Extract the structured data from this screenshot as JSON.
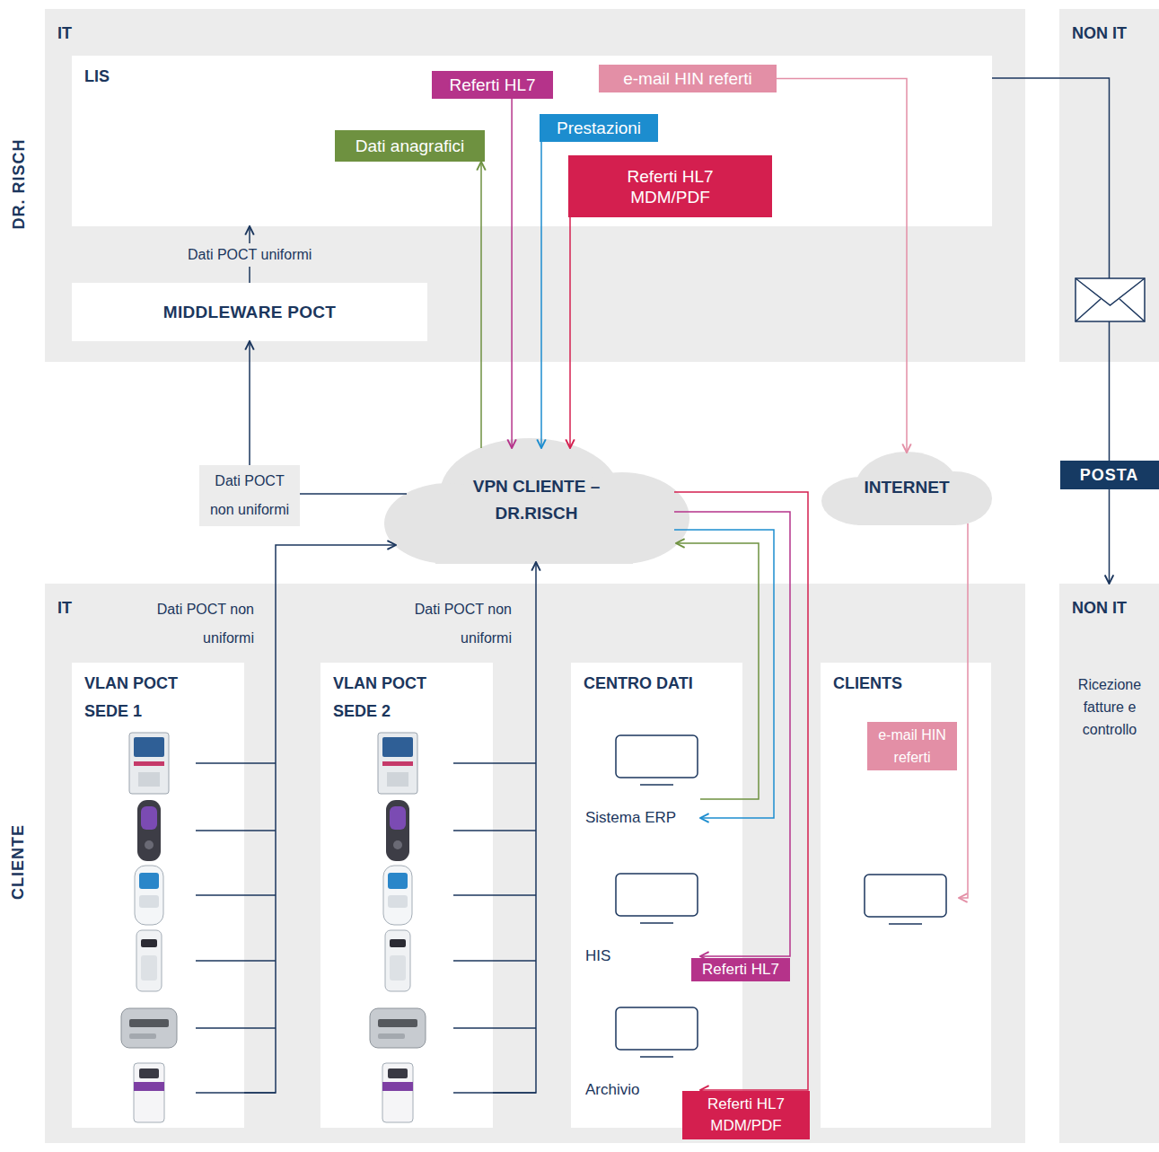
{
  "diagram": {
    "nodes": [
      {
        "text": [
          "IT"
        ]
      },
      {
        "text": [
          "LIS"
        ],
        "in": 0
      },
      {
        "text": [
          "Referti HL7"
        ],
        "in": 1
      },
      {
        "text": [
          "e-mail HIN referti"
        ],
        "in": 1
      },
      {
        "text": [
          "Dati anagrafici"
        ],
        "in": 1
      },
      {
        "text": [
          "Prestazioni"
        ],
        "in": 1
      },
      {
        "text": [
          "Referti HL7 MDM/PDF"
        ],
        "in": 1
      },
      {
        "text": [
          "MIDDLEWARE POCT"
        ],
        "in": 0
      },
      {
        "text": [
          "NON IT"
        ]
      },
      {
        "text": [
          "VPN CLIENTE – DR.RISCH"
        ]
      },
      {
        "text": [
          "INTERNET"
        ]
      },
      {
        "text": [
          "IT"
        ]
      },
      {
        "text": [
          "VLAN POCT SEDE 1"
        ],
        "in": 11
      },
      {
        "text": [
          "VLAN POCT SEDE 2"
        ],
        "in": 11
      },
      {
        "text": [
          "CENTRO DATI"
        ],
        "in": 11
      },
      {
        "text": [
          "Sistema ERP"
        ],
        "in": 14
      },
      {
        "text": [
          "HIS"
        ],
        "in": 14
      },
      {
        "text": [
          "Archivio"
        ],
        "in": 14
      },
      {
        "text": [
          "CLIENTS"
        ],
        "in": 11
      },
      {
        "text": [
          "e-mail HIN referti"
        ],
        "in": 18
      },
      {
        "text": [
          "NON IT",
          "Ricezione fatture e controllo"
        ]
      }
    ],
    "edges": [
      {
        "from": 7,
        "to": 1,
        "label": "Dati POCT uniformi",
        "arrow": "to"
      },
      {
        "from": 9,
        "to": 7,
        "label": "Dati POCT non uniformi",
        "arrow": "to"
      },
      {
        "from": 9,
        "to": 4,
        "arrow": "to"
      },
      {
        "from": 2,
        "to": 9,
        "arrow": "to"
      },
      {
        "from": 5,
        "to": 9,
        "arrow": "to"
      },
      {
        "from": 6,
        "to": 9,
        "arrow": "to"
      },
      {
        "from": 3,
        "to": 10,
        "arrow": "to"
      },
      {
        "from": 1,
        "to": 20,
        "label": "POSTA",
        "arrow": "to"
      },
      {
        "from": 12,
        "to": 9,
        "arrow": "to"
      },
      {
        "from": 13,
        "to": 9,
        "arrow": "to"
      },
      {
        "from": 15,
        "to": 9,
        "arrow": "to"
      },
      {
        "from": 9,
        "to": 15,
        "arrow": "to"
      },
      {
        "from": 9,
        "to": 16,
        "label": "Referti HL7",
        "arrow": "to"
      },
      {
        "from": 9,
        "to": 17,
        "label": "Referti HL7 MDM/PDF",
        "arrow": "to"
      },
      {
        "from": 10,
        "to": 19,
        "arrow": "to"
      }
    ],
    "labels": [
      "DR. RISCH",
      "CLIENTE",
      "Dati POCT non uniformi",
      "Dati POCT non uniformi"
    ]
  }
}
